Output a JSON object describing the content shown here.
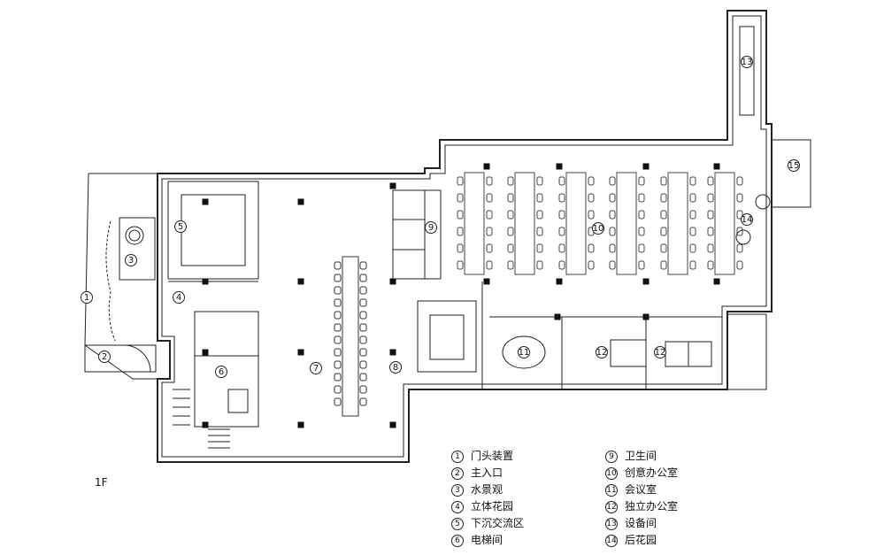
{
  "floor_label": "1F",
  "room_markers": [
    "1",
    "2",
    "3",
    "4",
    "5",
    "6",
    "7",
    "8",
    "9",
    "10",
    "11",
    "12",
    "12",
    "13",
    "14",
    "15"
  ],
  "legend": [
    {
      "num": "1",
      "label": "门头装置"
    },
    {
      "num": "2",
      "label": "主入口"
    },
    {
      "num": "3",
      "label": "水景观"
    },
    {
      "num": "4",
      "label": "立体花园"
    },
    {
      "num": "5",
      "label": "下沉交流区"
    },
    {
      "num": "6",
      "label": "电梯间"
    },
    {
      "num": "9",
      "label": "卫生间"
    },
    {
      "num": "10",
      "label": "创意办公室"
    },
    {
      "num": "11",
      "label": "会议室"
    },
    {
      "num": "12",
      "label": "独立办公室"
    },
    {
      "num": "13",
      "label": "设备间"
    },
    {
      "num": "14",
      "label": "后花园"
    }
  ]
}
